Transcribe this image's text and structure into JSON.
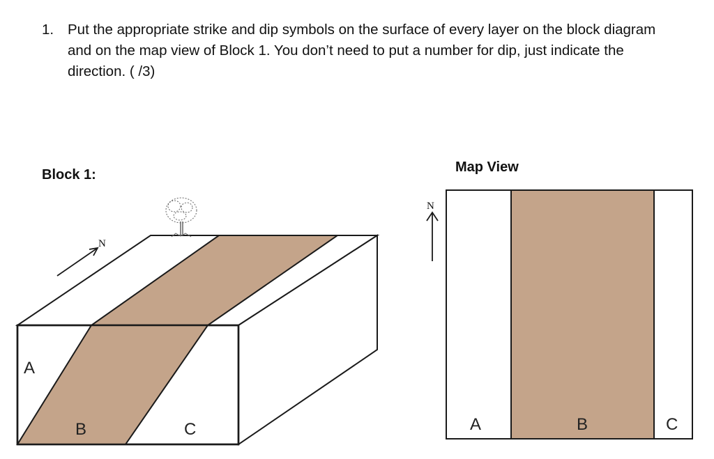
{
  "question": {
    "number": "1.",
    "text": "Put the appropriate strike and dip symbols on the surface of every layer on the block diagram and on the map view of Block 1. You don’t need to put a number for dip, just indicate the direction. (   /3)"
  },
  "block": {
    "title": "Block 1:",
    "north_label": "N",
    "layer_labels": [
      "A",
      "B",
      "C"
    ]
  },
  "map": {
    "title": "Map View",
    "north_label": "N",
    "layer_labels": [
      "A",
      "B",
      "C"
    ]
  },
  "colors": {
    "layer_b": "#c4a48a",
    "outline": "#1a1a1a",
    "background": "#ffffff"
  },
  "icons": [
    "tree-icon",
    "north-arrow-icon"
  ]
}
